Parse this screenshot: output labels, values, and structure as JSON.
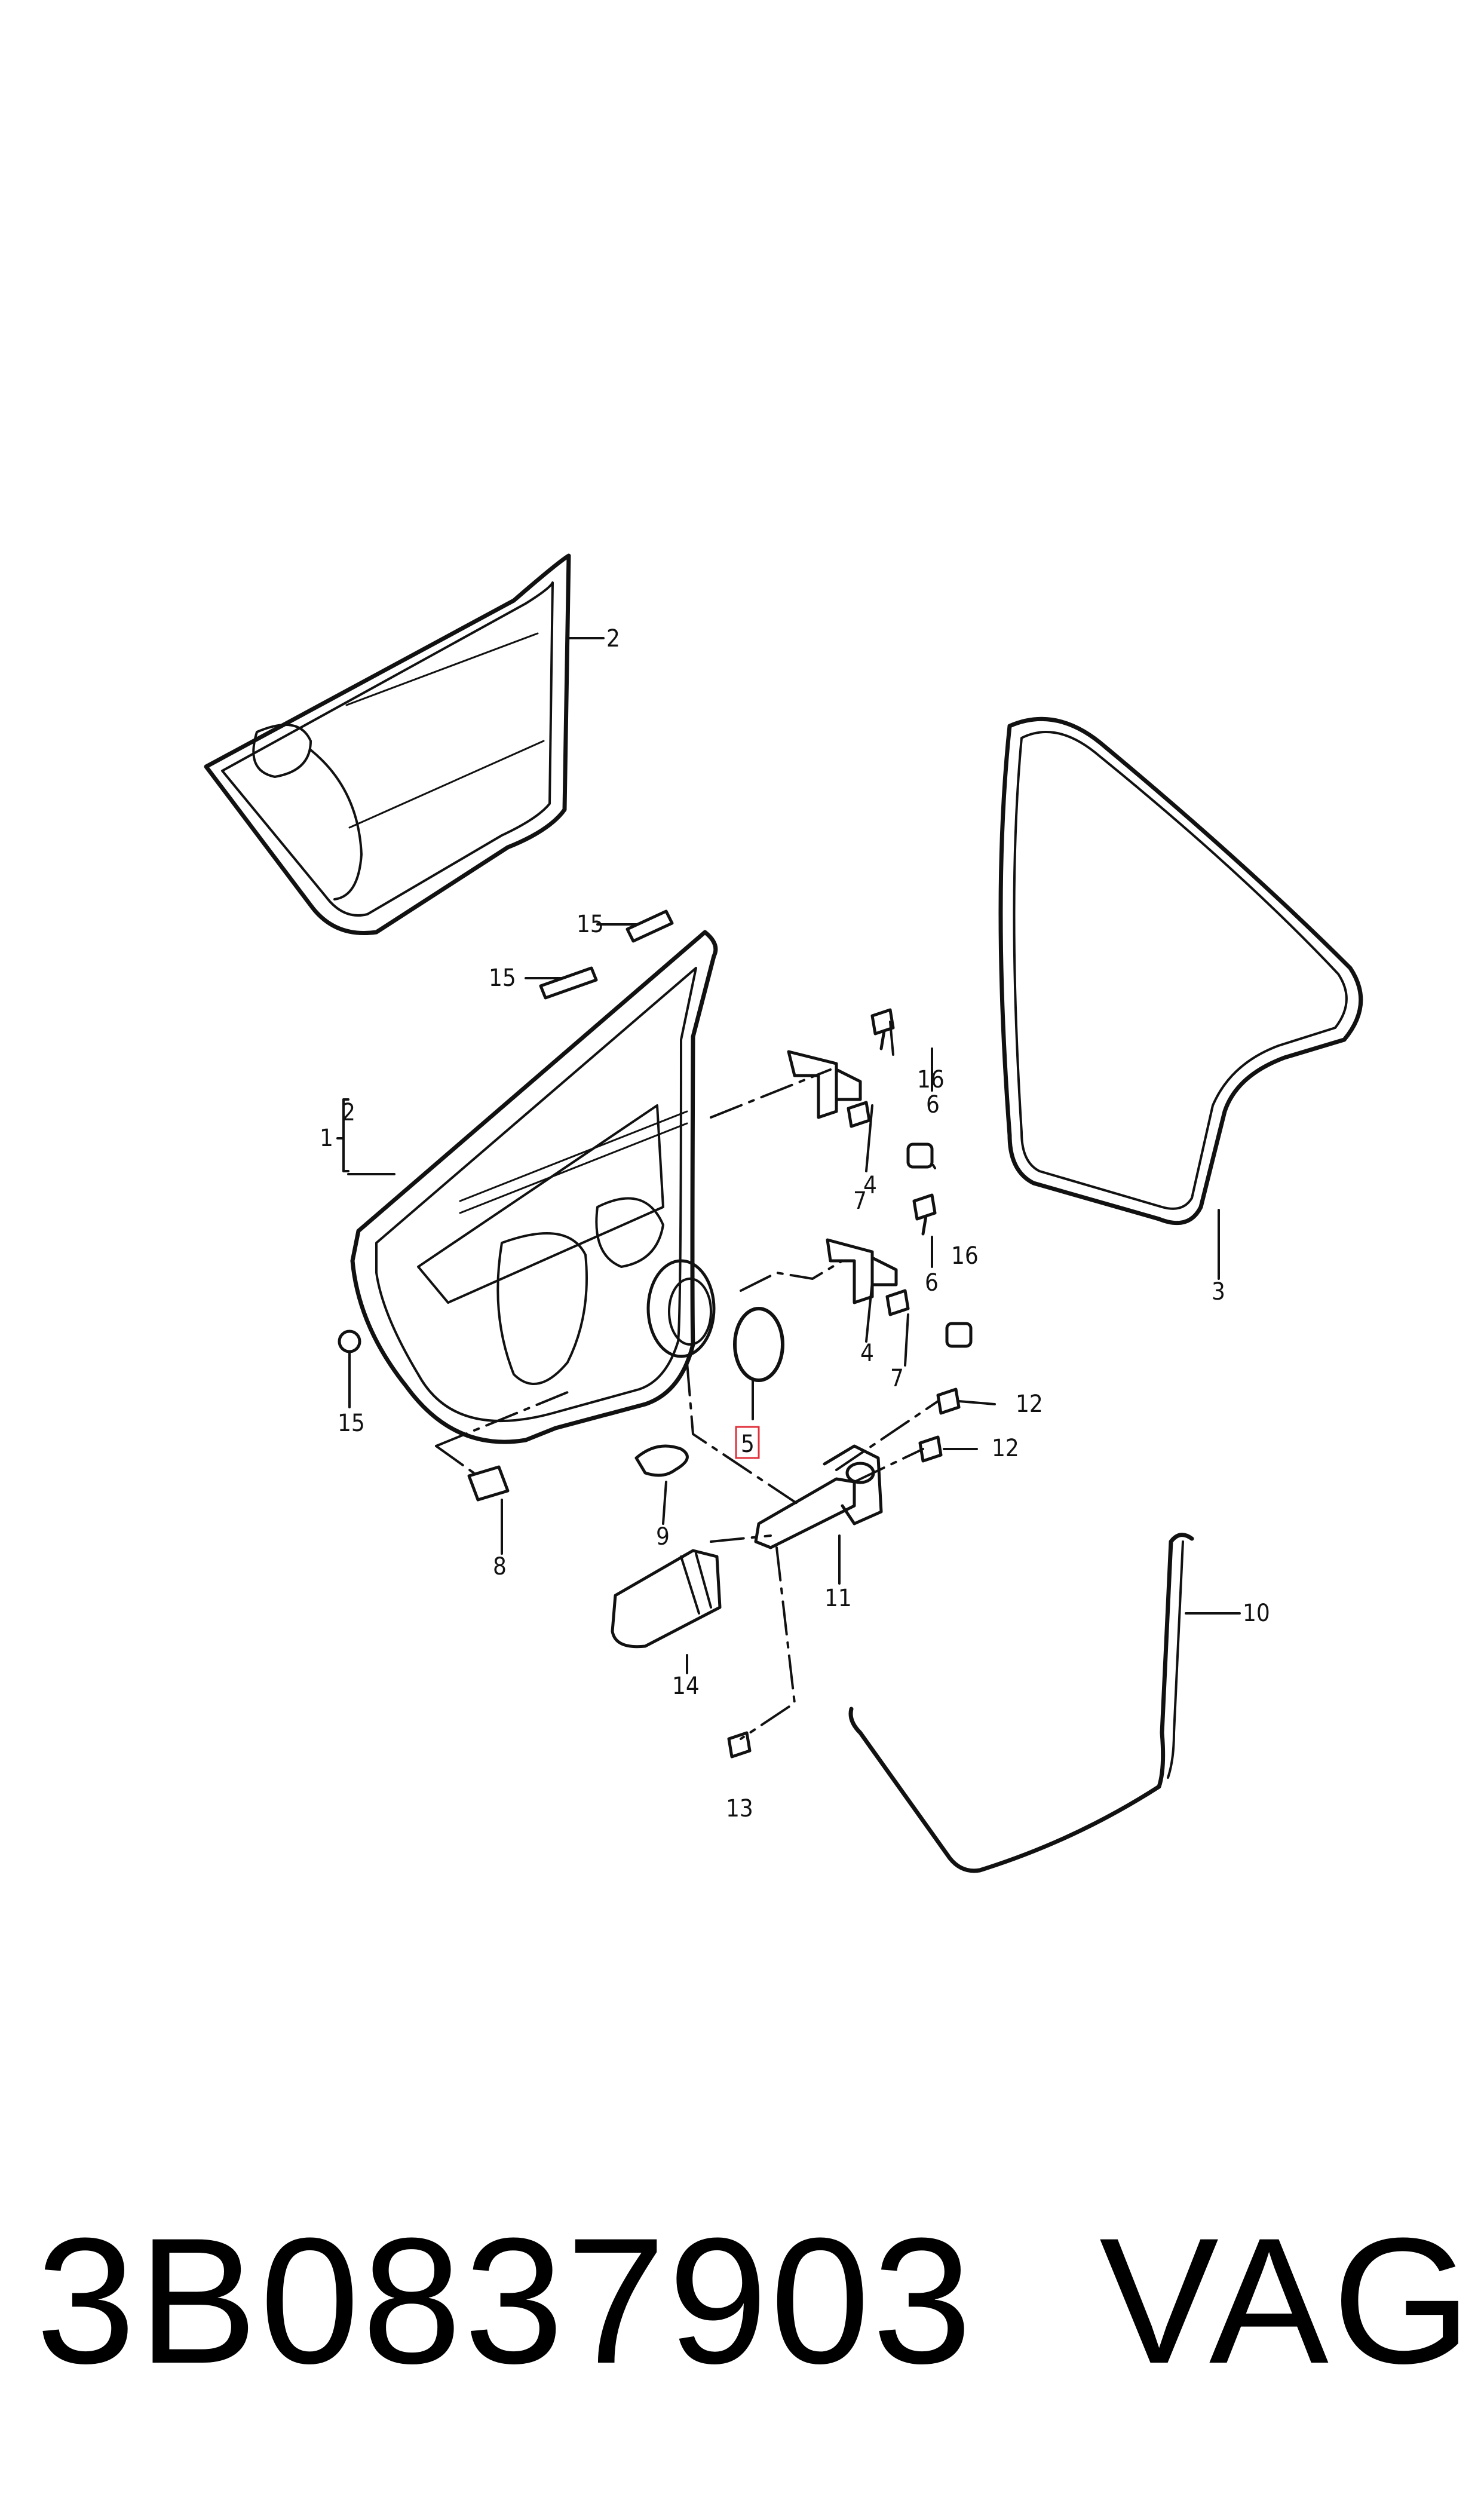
{
  "diagram": {
    "callouts": [
      {
        "id": "door-shell",
        "text": "1"
      },
      {
        "id": "door-shell-inner",
        "text": "2"
      },
      {
        "id": "outer-panel",
        "text": "2"
      },
      {
        "id": "door-seal",
        "text": "3"
      },
      {
        "id": "hinge-upper",
        "text": "4"
      },
      {
        "id": "hinge-lower",
        "text": "4"
      },
      {
        "id": "cover-ring",
        "text": "5"
      },
      {
        "id": "bolt-upper",
        "text": "6"
      },
      {
        "id": "bolt-lower",
        "text": "6"
      },
      {
        "id": "nut-upper",
        "text": "7"
      },
      {
        "id": "nut-lower",
        "text": "7"
      },
      {
        "id": "pad",
        "text": "8"
      },
      {
        "id": "clip",
        "text": "9"
      },
      {
        "id": "cable",
        "text": "10"
      },
      {
        "id": "door-check",
        "text": "11"
      },
      {
        "id": "screw-upper",
        "text": "12"
      },
      {
        "id": "screw-lower",
        "text": "12"
      },
      {
        "id": "bottom-screw",
        "text": "13"
      },
      {
        "id": "cover-cap",
        "text": "14"
      },
      {
        "id": "strip-top",
        "text": "15"
      },
      {
        "id": "strip-left",
        "text": "15"
      },
      {
        "id": "plug",
        "text": "15"
      },
      {
        "id": "buffer-upper",
        "text": "16"
      },
      {
        "id": "buffer-lower",
        "text": "16"
      }
    ],
    "highlight_color": "#e0303a",
    "line_color": "#111111"
  },
  "footer": {
    "part_number": "3B0837903",
    "brand": "VAG"
  }
}
